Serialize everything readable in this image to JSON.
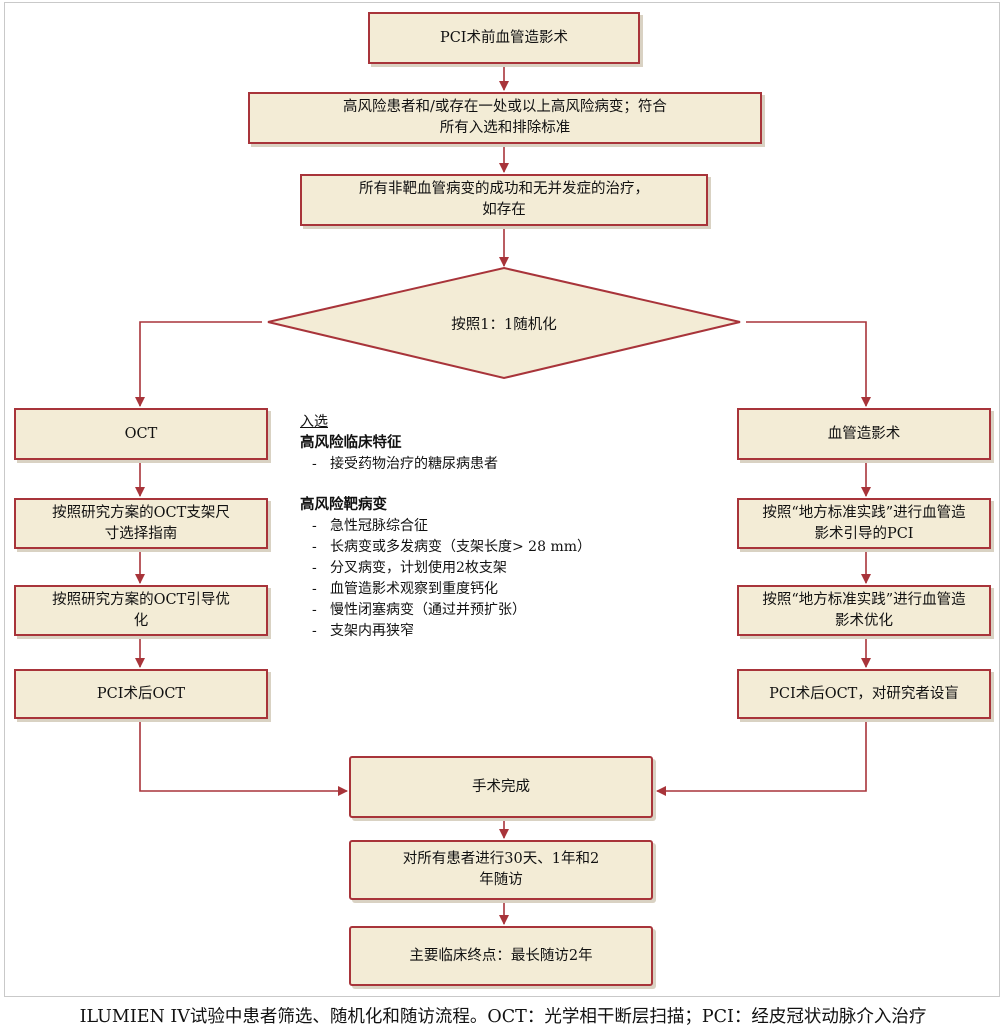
{
  "flow": {
    "start": "PCI术前血管造影术",
    "step2": "高风险患者和/或存在一处或以上高风险病变；符合所有入选和排除标准",
    "step3": "所有非靶血管病变的成功和无并发症的治疗，如存在",
    "randomize": "按照1：1随机化",
    "left": [
      "OCT",
      "按照研究方案的OCT支架尺寸选择指南",
      "按照研究方案的OCT引导优化",
      "PCI术后OCT"
    ],
    "right": [
      "血管造影术",
      "按照“地方标准实践”进行血管造影术引导的PCI",
      "按照“地方标准实践”进行血管造影术优化",
      "PCI术后OCT，对研究者设盲"
    ],
    "done": "手术完成",
    "followup": "对所有患者进行30天、1年和2年随访",
    "endpoint": "主要临床终点：最长随访2年"
  },
  "criteria": {
    "title": "入选",
    "clinical_heading": "高风险临床特征",
    "clinical_items": [
      "接受药物治疗的糖尿病患者"
    ],
    "lesion_heading": "高风险靶病变",
    "lesion_items": [
      "急性冠脉综合征",
      "长病变或多发病变（支架长度> 28 mm）",
      "分叉病变，计划使用2枚支架",
      "血管造影术观察到重度钙化",
      "慢性闭塞病变（通过并预扩张）",
      "支架内再狭窄"
    ]
  },
  "caption": "ILUMIEN IV试验中患者筛选、随机化和随访流程。OCT：光学相干断层扫描；PCI：经皮冠状动脉介入治疗",
  "colors": {
    "box_fill": "#f3ecd6",
    "box_border": "#a8343a",
    "arrow": "#a8343a"
  }
}
